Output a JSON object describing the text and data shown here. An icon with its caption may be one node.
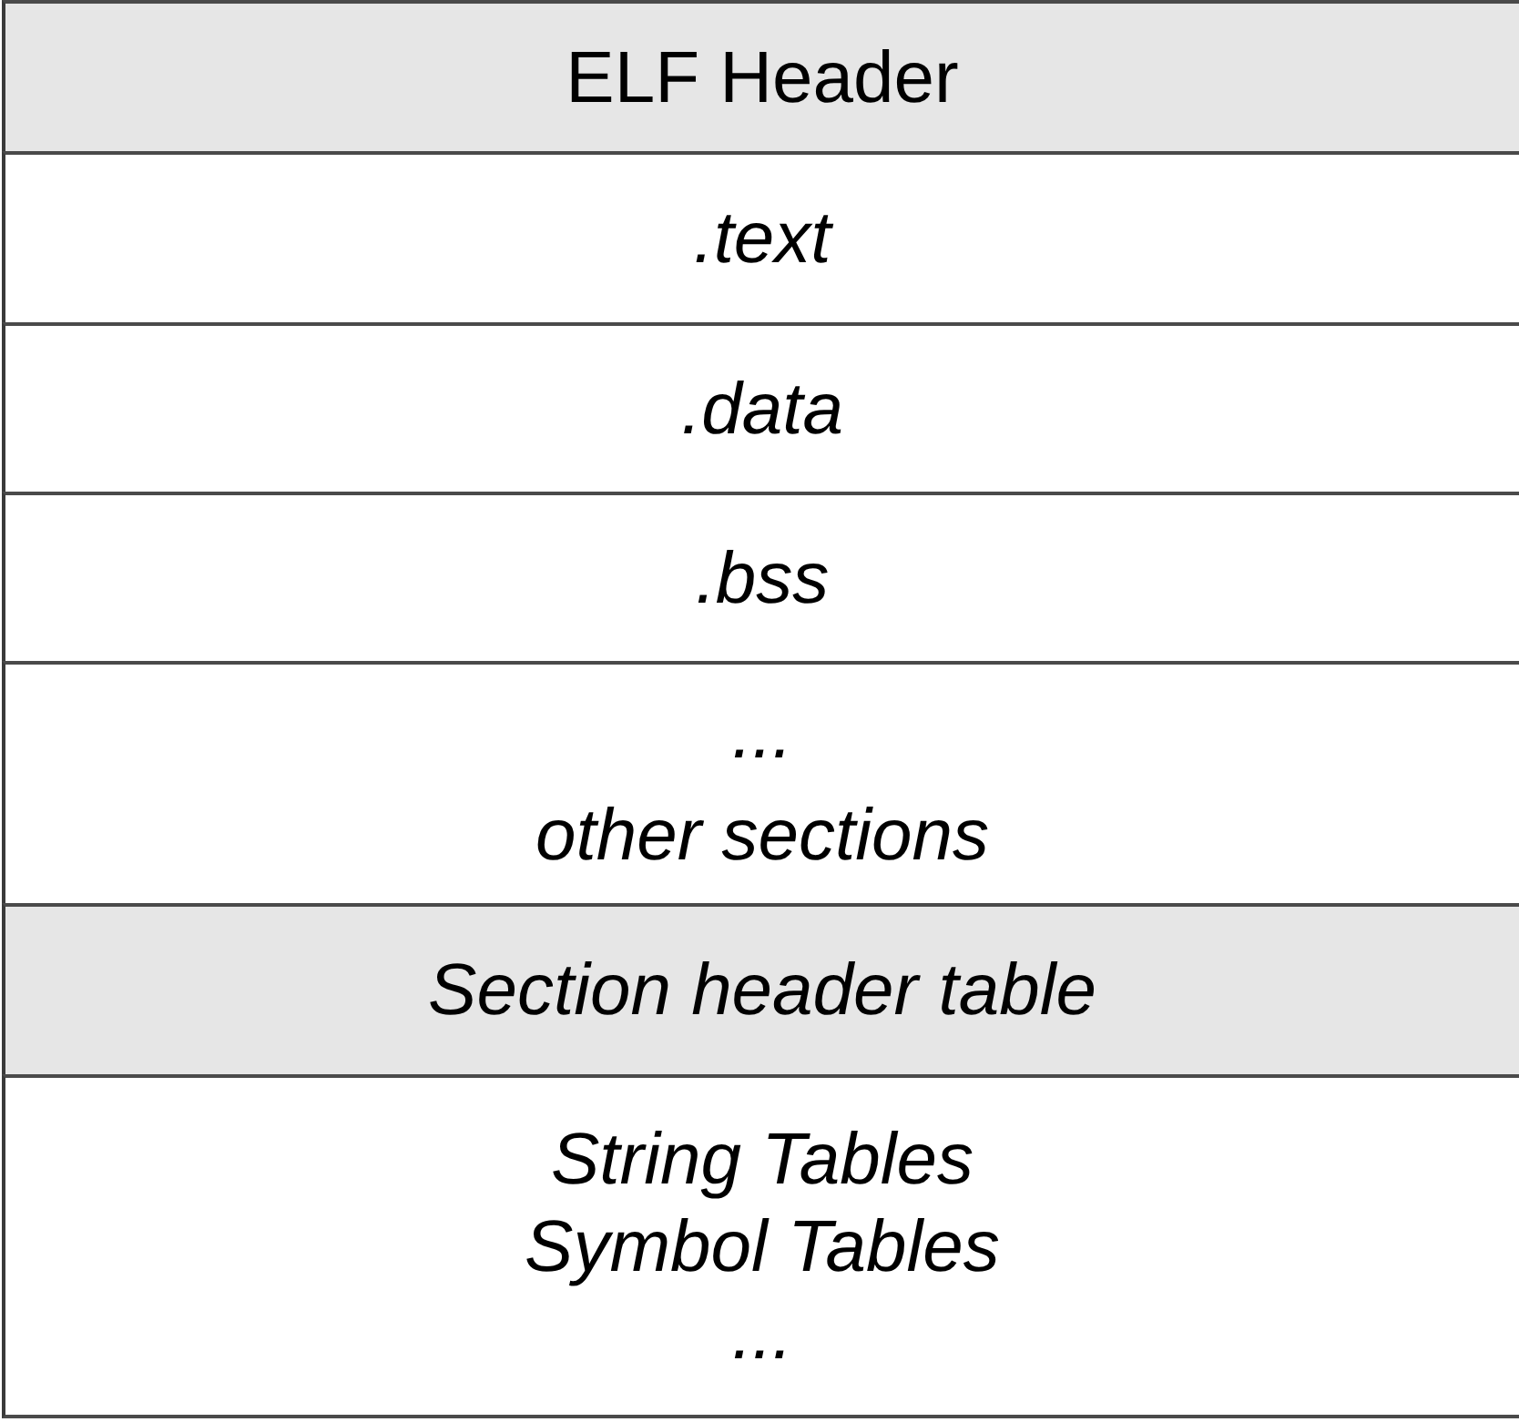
{
  "diagram": {
    "nodes": [
      {
        "text": [
          "ELF Header"
        ]
      },
      {
        "text": [
          ".text"
        ]
      },
      {
        "text": [
          ".data"
        ]
      },
      {
        "text": [
          ".bss"
        ]
      },
      {
        "text": [
          "...",
          "other sections"
        ]
      },
      {
        "text": [
          "Section header table"
        ]
      },
      {
        "text": [
          "String Tables",
          "Symbol Tables",
          "..."
        ]
      }
    ]
  }
}
